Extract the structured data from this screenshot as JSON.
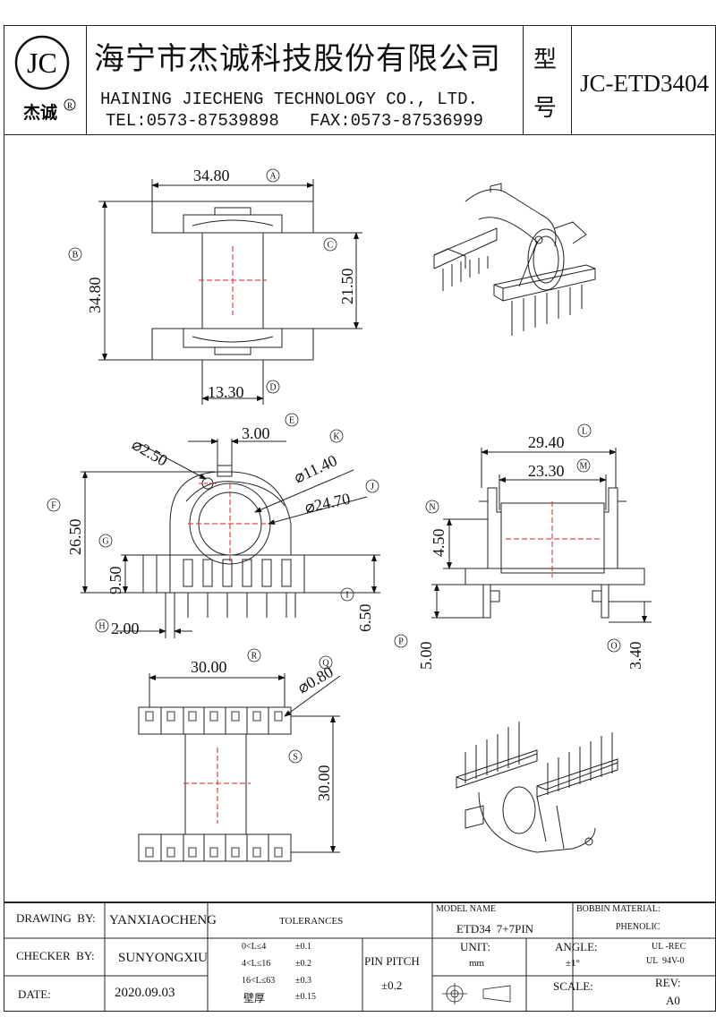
{
  "company": {
    "logo_letters": "JC",
    "logo_brand": "杰诚",
    "logo_reg": "R",
    "name_cn": "海宁市杰诚科技股份有限公司",
    "name_en": "HAINING JIECHENG TECHNOLOGY CO., LTD.",
    "contact": "TEL:0573-87539898   FAX:0573-87536999"
  },
  "model_box": {
    "label_char1": "型",
    "label_char2": "号",
    "model": "JC-ETD3404"
  },
  "dims": {
    "A": "34.80",
    "B": "34.80",
    "C": "21.50",
    "D": "13.30",
    "E": "3.00",
    "K": "11.40",
    "J": "24.70",
    "dia_hole": "2.50",
    "F": "26.50",
    "G": "9.50",
    "H": "2.00",
    "I": "6.50",
    "L": "29.40",
    "M": "23.30",
    "N": "4.50",
    "P": "5.00",
    "O": "3.40",
    "R": "30.00",
    "Q": "0.80",
    "S": "30.00"
  },
  "callouts": [
    "A",
    "B",
    "C",
    "D",
    "E",
    "K",
    "J",
    "F",
    "G",
    "H",
    "I",
    "L",
    "M",
    "N",
    "P",
    "O",
    "R",
    "Q",
    "S"
  ],
  "title_block": {
    "drawing_by_label": "DRAWING  BY:",
    "drawing_by": "YANXIAOCHENG",
    "checker_by_label": "CHECKER  BY:",
    "checker_by": "SUNYONGXIU",
    "date_label": "DATE:",
    "date": "2020.09.03",
    "tolerances_label": "TOLERANCES",
    "tol_rows": [
      {
        "range": "0<L≤4",
        "value": "±0.1"
      },
      {
        "range": "4<L≤16",
        "value": "±0.2"
      },
      {
        "range": "16<L≤63",
        "value": "±0.3"
      },
      {
        "range": "壁厚",
        "value": "±0.15"
      }
    ],
    "pin_pitch_label": "PIN PITCH",
    "pin_pitch": "±0.2",
    "model_name_label": "MODEL NAME",
    "model_name": "ETD34  7+7PIN",
    "unit_label": "UNIT:",
    "unit": "mm",
    "angle_label": "ANGLE:",
    "angle": "±1°",
    "scale_label": "SCALE:",
    "bobbin_material_label": "BOBBIN MATERIAL:",
    "bobbin_material": "PHENOLIC",
    "ul_rec": "UL -REC",
    "ul_94": "UL  94V-0",
    "rev_label": "REV:",
    "rev": "A0"
  }
}
